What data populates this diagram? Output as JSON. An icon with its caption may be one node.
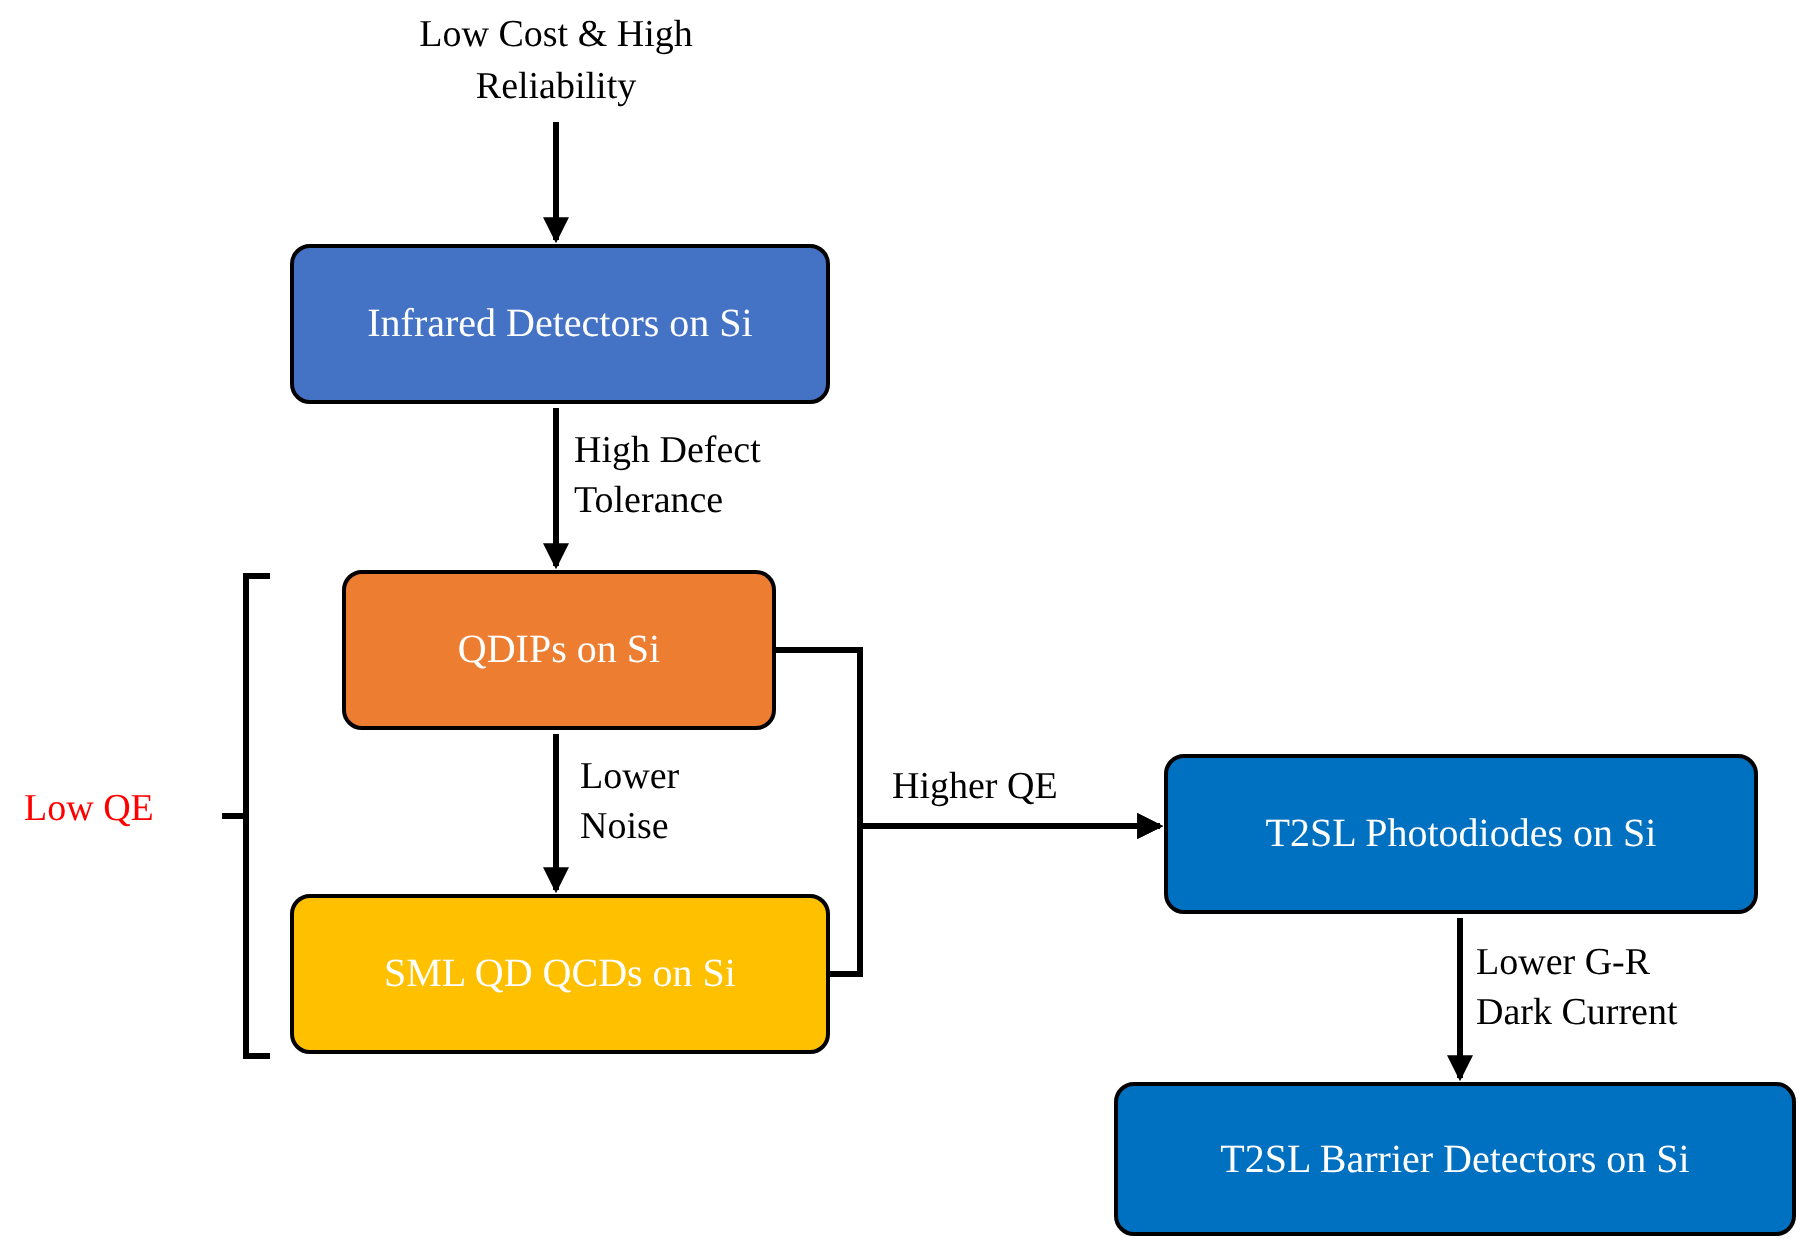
{
  "diagram": {
    "nodes": [
      {
        "text": [
          "Low Cost & High Reliability"
        ]
      },
      {
        "text": [
          "Infrared Detectors on Si"
        ]
      },
      {
        "text": [
          "QDIPs on Si"
        ]
      },
      {
        "text": [
          "SML QD QCDs on Si"
        ]
      },
      {
        "text": [
          "T2SL Photodiodes on Si"
        ]
      },
      {
        "text": [
          "T2SL Barrier Detectors on Si"
        ]
      }
    ],
    "edges": [
      {
        "from": 0,
        "to": 1,
        "arrow": "to"
      },
      {
        "from": 1,
        "to": 2,
        "arrow": "to",
        "label": "High Defect Tolerance"
      },
      {
        "from": 2,
        "to": 3,
        "arrow": "to",
        "label": "Lower Noise"
      },
      {
        "from": 2,
        "to": 4,
        "arrow": "to",
        "label": "Higher QE"
      },
      {
        "from": 3,
        "to": 4,
        "arrow": "to"
      },
      {
        "from": 4,
        "to": 5,
        "arrow": "to",
        "label": "Lower G-R Dark Current"
      }
    ],
    "labels": [
      "Low QE"
    ]
  }
}
